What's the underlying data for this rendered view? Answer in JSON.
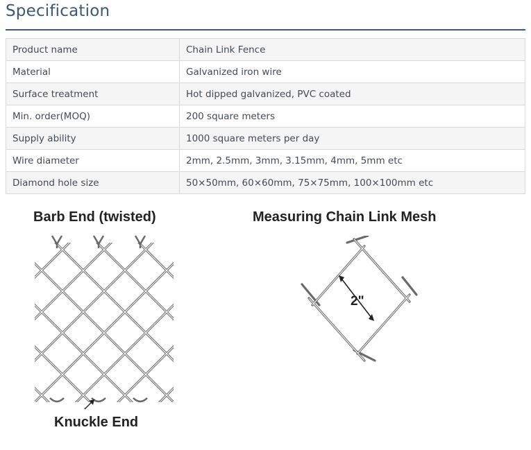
{
  "section": {
    "title": "Specification"
  },
  "spec": {
    "rows": [
      {
        "label": "Product name",
        "value": "Chain Link Fence"
      },
      {
        "label": "Material",
        "value": "Galvanized iron wire"
      },
      {
        "label": "Surface treatment",
        "value": "Hot dipped galvanized, PVC coated"
      },
      {
        "label": "Min. order(MOQ)",
        "value": "200 square meters"
      },
      {
        "label": "Supply ability",
        "value": "1000 square meters per day"
      },
      {
        "label": "Wire diameter",
        "value": "2mm, 2.5mm, 3mm, 3.15mm, 4mm, 5mm etc"
      },
      {
        "label": "Diamond hole size",
        "value": "50×50mm, 60×60mm, 75×75mm, 100×100mm etc"
      }
    ]
  },
  "figure_left": {
    "top_label": "Barb End (twisted)",
    "bottom_label": "Knuckle End"
  },
  "figure_right": {
    "title": "Measuring Chain Link Mesh",
    "dimension": "2\""
  }
}
